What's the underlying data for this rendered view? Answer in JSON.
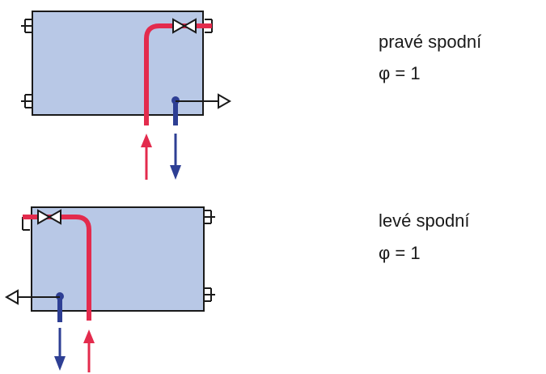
{
  "diagrams": [
    {
      "caption": "pravé spodní",
      "factor": "φ = 1"
    },
    {
      "caption": "levé spodní",
      "factor": "φ = 1"
    }
  ],
  "colors": {
    "radiator_fill": "#b8c8e6",
    "supply": "#e32b4d",
    "return": "#2e3f94",
    "outline": "#1a1a1a"
  },
  "icons": {
    "valve": "valve-icon",
    "plug": "blind-plug-icon",
    "vent": "bleed-arrow-icon"
  }
}
